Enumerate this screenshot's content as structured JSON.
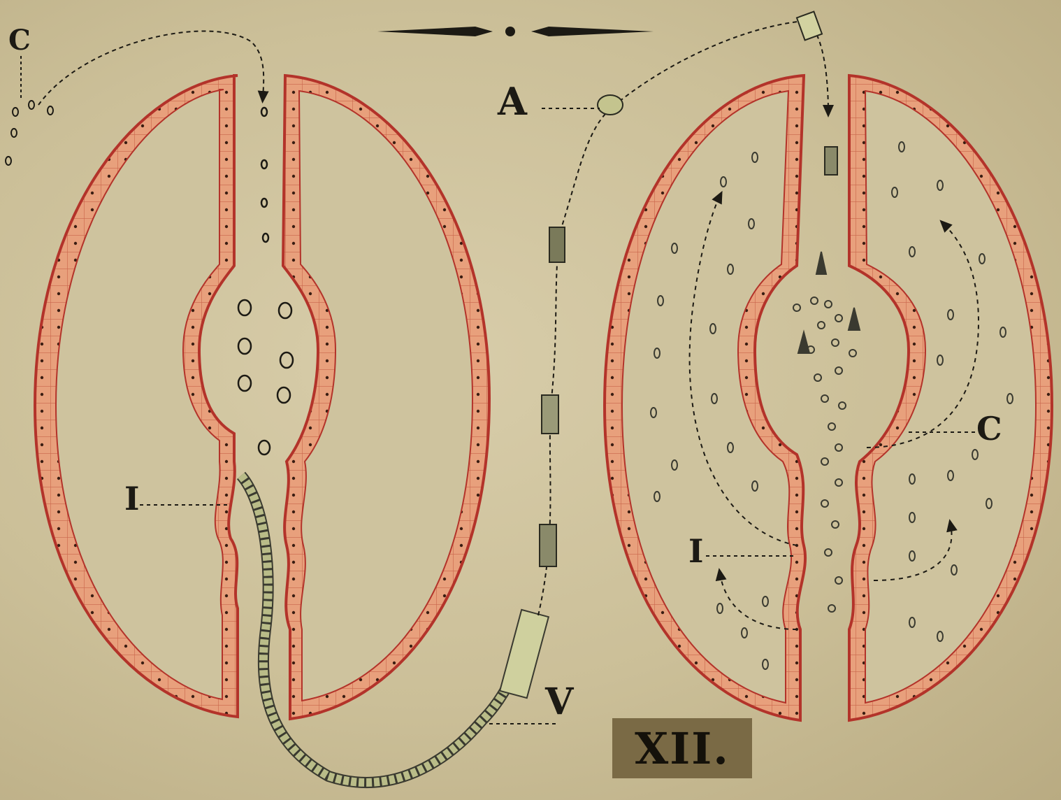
{
  "labels": {
    "c_left": "C",
    "a": "A",
    "i_left": "I",
    "i_right": "I",
    "c_right": "C",
    "v": "V"
  },
  "plate_number": "XII.",
  "colors": {
    "paper": "#cdc19c",
    "tissue_fill": "#e8a07c",
    "tissue_outline": "#b3332a",
    "ink": "#1c1a14",
    "cell_green": "#b9bc88"
  }
}
